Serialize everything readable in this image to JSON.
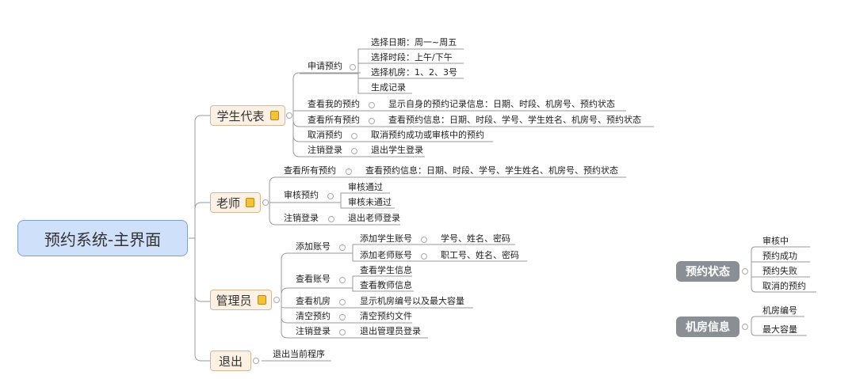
{
  "root": "预约系统-主界面",
  "student": {
    "label": "学生代表",
    "apply": "申请预约",
    "apply_items": [
      "选择日期：周一~周五",
      "选择时段：上午/下午",
      "选择机房：1、2、3号",
      "生成记录"
    ],
    "my": "查看我的预约",
    "my_detail": "显示自身的预约记录信息：日期、时段、机房号、预约状态",
    "all": "查看所有预约",
    "all_detail": "查看预约信息：日期、时段、学号、学生姓名、机房号、预约状态",
    "cancel": "取消预约",
    "cancel_detail": "取消预约成功或审核中的预约",
    "logout": "注销登录",
    "logout_detail": "退出学生登录"
  },
  "teacher": {
    "label": "老师",
    "all": "查看所有预约",
    "all_detail": "查看预约信息：日期、时段、学号、学生姓名、机房号、预约状态",
    "review": "审核预约",
    "review_items": [
      "审核通过",
      "审核未通过"
    ],
    "logout": "注销登录",
    "logout_detail": "退出老师登录"
  },
  "admin": {
    "label": "管理员",
    "add": "添加账号",
    "add_student": "添加学生账号",
    "add_student_detail": "学号、姓名、密码",
    "add_teacher": "添加老师账号",
    "add_teacher_detail": "职工号、姓名、密码",
    "view": "查看账号",
    "view_items": [
      "查看学生信息",
      "查看教师信息"
    ],
    "rooms": "查看机房",
    "rooms_detail": "显示机房编号以及最大容量",
    "clear": "清空预约",
    "clear_detail": "清空预约文件",
    "logout": "注销登录",
    "logout_detail": "退出管理员登录"
  },
  "exit": {
    "label": "退出",
    "detail": "退出当前程序"
  },
  "status": {
    "label": "预约状态",
    "items": [
      "审核中",
      "预约成功",
      "预约失败",
      "取消的预约"
    ]
  },
  "room": {
    "label": "机房信息",
    "items": [
      "机房编号",
      "最大容量"
    ]
  }
}
